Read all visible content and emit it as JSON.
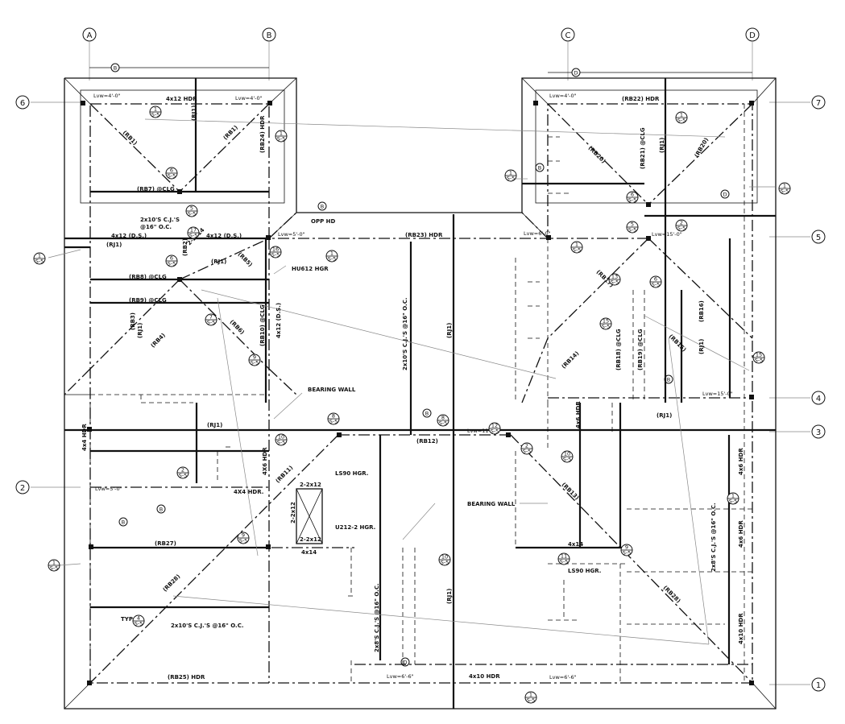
{
  "grid": {
    "columns": [
      "A",
      "B",
      "C",
      "D"
    ],
    "rows": [
      "6",
      "7",
      "5",
      "4",
      "3",
      "2",
      "1"
    ]
  },
  "dim_markers": {
    "b": "B",
    "d": "D"
  },
  "labels": {
    "hdr_4x12_top": "4x12 HDR",
    "rb22": "(RB22) HDR",
    "rb7": "(RB7) @CLG",
    "cj_2x10": "2x10'S C.J.'S",
    "cj_2x10_oc": "@16\" O.C.",
    "ds1": "4x12 (D.S.)",
    "ds2": "4x12 (D.S.)",
    "rj1": "(RJ1)",
    "rb8": "(RB8) @CLG",
    "rb9": "(RB9) @CLG",
    "hu612": "HU612 HGR",
    "rb23": "(RB23) HDR",
    "opp_hd": "OPP HD",
    "rb10": "(RB10) @CLG",
    "ds_small": "4x12 (D.S.)",
    "bearing_wall_1": "BEARING WALL",
    "bearing_wall_2": "BEARING WALL",
    "rb12": "(RB12)",
    "hdr_4x4": "4x4 HDR",
    "hdr_4x6": "4X6 HDR",
    "hdr_4x4b": "4X4 HDR.",
    "rb11": "(RB11)",
    "ls90_1": "LS90 HGR.",
    "u212": "U212-2 HGR.",
    "x2_2x12a": "2-2x12",
    "x2_2x12b": "2-2x12",
    "x2_2x12c": "2-2x12",
    "rb27": "(RB27)",
    "x4x14a": "4x14",
    "x4x14b": "4x14",
    "cj_2x8_mid": "2x8'S C.J.'S @16\" O.C.",
    "rb13": "(RB13)",
    "ls90_2": "LS90 HGR.",
    "rb28": "(RB28)",
    "cj_2x10_bottom": "2x10'S C.J.'S @16\" O.C.",
    "typ": "TYP",
    "rb25": "(RB25) HDR",
    "hdr_4x10": "4x10 HDR",
    "hdr_4x6_right": "4x6 HDR",
    "hdr_4x6_right2": "4x6 HDR",
    "hdr_4x10_right": "4x10 HDR",
    "cj_2x8_right": "2x8'S C.J.'S @16\" O.C.",
    "cj_2x10_center": "2x10'S C.J.'S @16\" O.C.",
    "rb14": "(RB14)",
    "rb17": "(RB17)",
    "rb18": "(RB18) @CLG",
    "rb19": "(RB19) @CLG",
    "rb16": "(RB16)",
    "rb15": "(RB15)",
    "rb20": "(RB20)",
    "rb21": "(RB21) @CLG",
    "rb3": "(RB3)",
    "rb4": "(RB4)",
    "rb5": "(RB5)",
    "rb6": "(RB6)",
    "rb1": "(RB1)",
    "rb2": "(RB2)",
    "rb24": "(RB24) HDR",
    "rb_1_top": "(RB1)",
    "hdr_4x6_mid": "4x6 HDR",
    "x2_2x14": "2-2x14",
    "lvw_a": "Lvw=4'-0\"",
    "lvw_b": "Lvw=4'-0\"",
    "lvw_c": "Lvw=5'-0\"",
    "lvw_d": "Lvw=6'-0\"",
    "lvw_e": "Lvw=11'-0\"",
    "lvw_f": "Lvw=15'-0\"",
    "lvw_g": "Lvw=6'-6\"",
    "lvw_h": "Lvw=6'-6\""
  },
  "callouts": [
    {
      "n": "1",
      "s": "S-5"
    },
    {
      "n": "6",
      "s": "S-5"
    },
    {
      "n": "5",
      "s": "S-5"
    },
    {
      "n": "17",
      "s": "S-5"
    },
    {
      "n": "6",
      "s": "S-5"
    },
    {
      "n": "16",
      "s": "S-5"
    },
    {
      "n": "7",
      "s": "S-5"
    },
    {
      "n": "9",
      "s": "S-5"
    },
    {
      "n": "8",
      "s": "S-5"
    },
    {
      "n": "10",
      "s": "S-5"
    },
    {
      "n": "2",
      "s": "S-5"
    },
    {
      "n": "9",
      "s": "S-5"
    },
    {
      "n": "4",
      "s": "S-5"
    },
    {
      "n": "1",
      "s": "S-5"
    },
    {
      "n": "1",
      "s": "S-5"
    },
    {
      "n": "8",
      "s": "S-5"
    },
    {
      "n": "12",
      "s": "S-5"
    },
    {
      "n": "2",
      "s": "S-5"
    },
    {
      "n": "10",
      "s": "S-5"
    },
    {
      "n": "11",
      "s": "S-5"
    },
    {
      "n": "9",
      "s": "S-5"
    },
    {
      "n": "10",
      "s": "S-5"
    },
    {
      "n": "1",
      "s": "S-5"
    },
    {
      "n": "1",
      "s": "S-5"
    },
    {
      "n": "6",
      "s": "S-5"
    },
    {
      "n": "5",
      "s": "S-5"
    },
    {
      "n": "2",
      "s": "S-5"
    },
    {
      "n": "1",
      "s": "S-5"
    },
    {
      "n": "13",
      "s": "S-5"
    },
    {
      "n": "6",
      "s": "S-5"
    },
    {
      "n": "15",
      "s": "S-5"
    },
    {
      "n": "15",
      "s": "S-5"
    },
    {
      "n": "1",
      "s": "S-5"
    },
    {
      "n": "1",
      "s": "S-5"
    },
    {
      "n": "1",
      "s": "S-5"
    },
    {
      "n": "1",
      "s": "S-5"
    },
    {
      "n": "1",
      "s": "S-5"
    }
  ]
}
